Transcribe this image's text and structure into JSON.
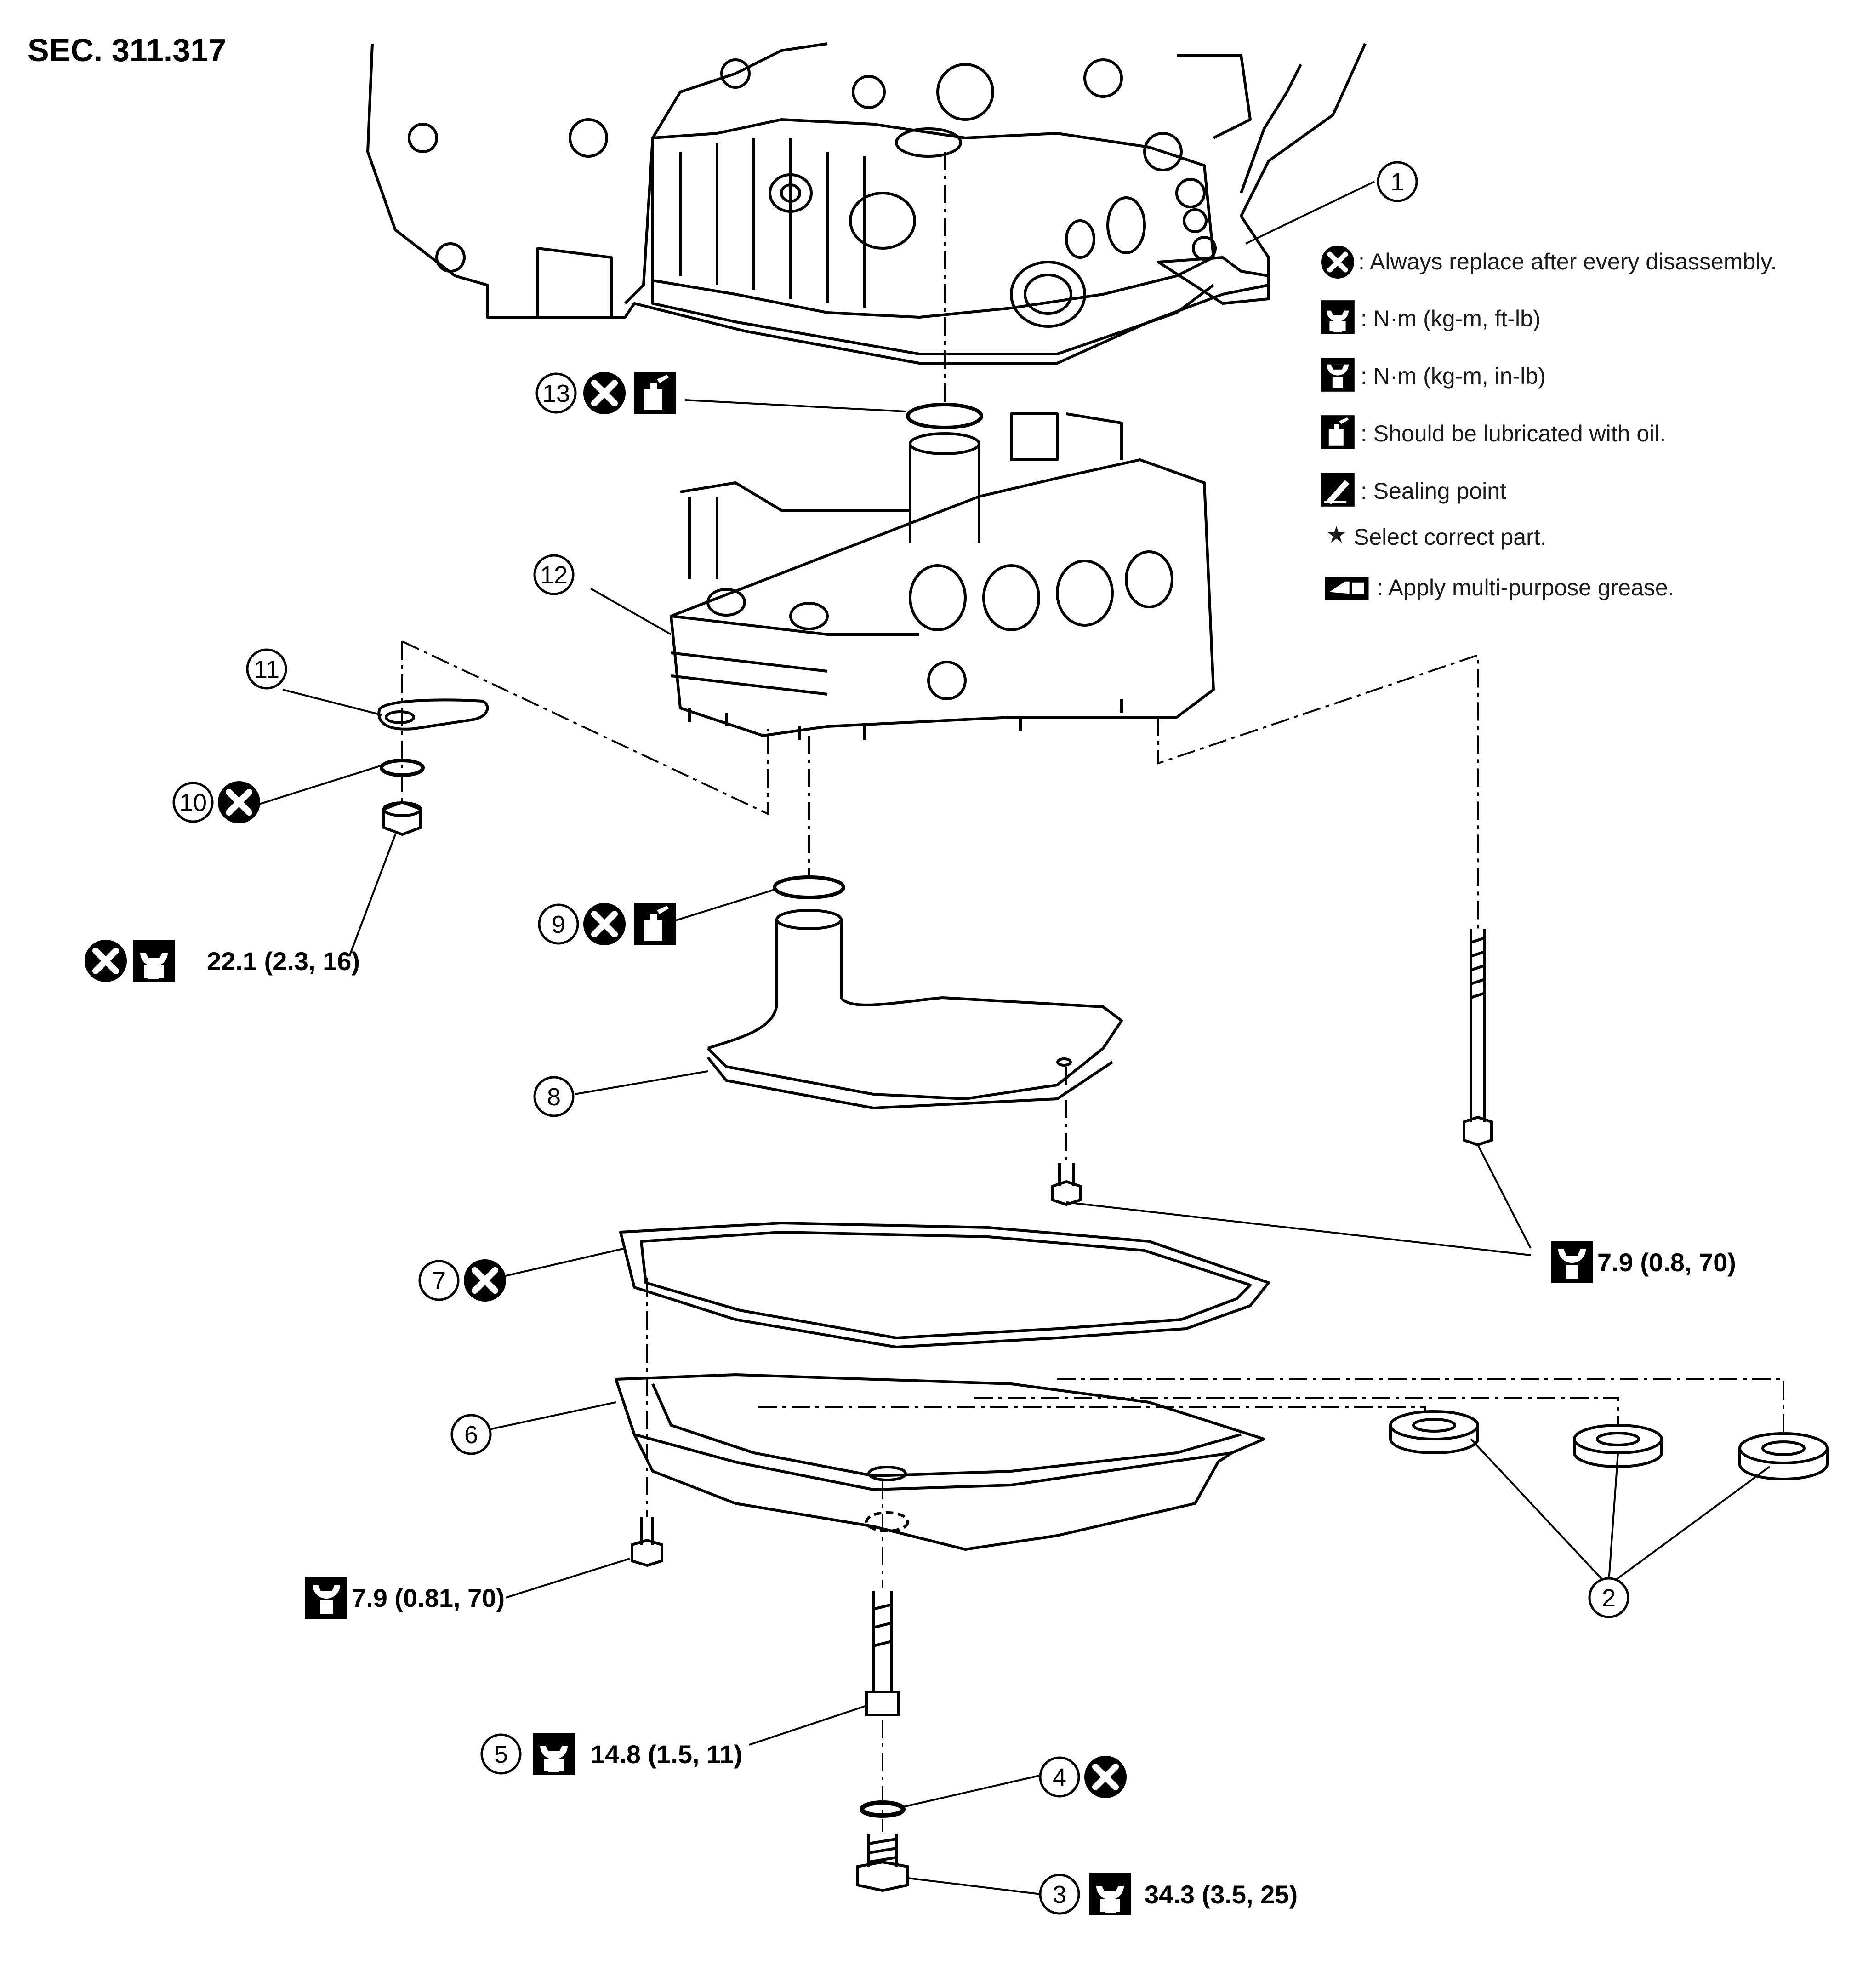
{
  "section_code": "SEC. 311.317",
  "legend": {
    "replace": ": Always replace after every disassembly.",
    "torque_ftlb": ": N·m (kg-m, ft-lb)",
    "torque_inlb": ": N·m (kg-m, in-lb)",
    "lubricate": ": Should be lubricated with oil.",
    "sealing": ": Sealing point",
    "select": "Select correct part.",
    "grease": ": Apply multi-purpose grease."
  },
  "callouts": {
    "c1": "1",
    "c2": "2",
    "c3": "3",
    "c4": "4",
    "c5": "5",
    "c6": "6",
    "c7": "7",
    "c8": "8",
    "c9": "9",
    "c10": "10",
    "c11": "11",
    "c12": "12",
    "c13": "13"
  },
  "torques": {
    "nut_11": "22.1 (2.3, 16)",
    "bolts_valve_body": "7.9 (0.8, 70)",
    "bolts_oil_pan": "7.9 (0.81, 70)",
    "part_5": "14.8 (1.5, 11)",
    "part_3": "34.3 (3.5, 25)"
  },
  "colors": {
    "ink": "#000000",
    "paper": "#ffffff"
  }
}
